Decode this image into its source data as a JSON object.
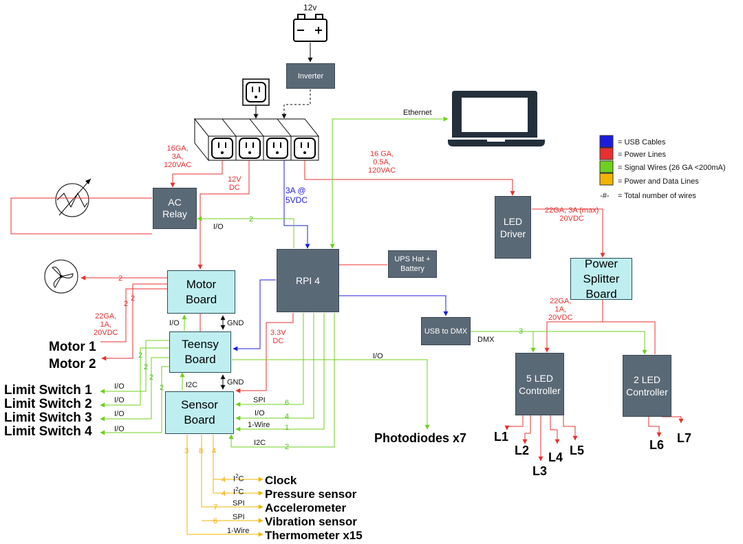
{
  "blocks": {
    "inverter": "Inverter",
    "ac_relay": "AC Relay",
    "rpi": "RPI 4",
    "ups": "UPS Hat + Battery",
    "usb_dmx": "USB to DMX",
    "led_driver": "LED Driver",
    "motor_board": "Motor Board",
    "teensy_board": "Teensy Board",
    "sensor_board": "Sensor Board",
    "power_splitter": "Power Splitter Board",
    "led5": "5 LED Controller",
    "led2": "2 LED Controller"
  },
  "battery_label": "12v",
  "labels": {
    "power_16ga_3a": "16GA,\n3A,\n120VAC",
    "dc12": "12V\nDC",
    "usb_3a": "3A @\n5VDC",
    "ethernet": "Ethernet",
    "power_16ga_05a": "16 GA,\n0.5A,\n120VAC",
    "driver_out": "22GA, 3A (max)\n20VDC",
    "splitter_out": "22GA,\n1A,\n20VDC",
    "motor_out": "22GA,\n1A,\n20VDC",
    "dc33": "3.3V\nDC",
    "io_relay": "I/O",
    "io_motor": "I/O",
    "io_photo": "I/O",
    "i2c_teensy": "I2C",
    "gnd1": "GND",
    "gnd2": "GND",
    "dmx": "DMX",
    "spi_rpi": "SPI",
    "io_rpi": "I/O",
    "onewire_rpi": "1-Wire",
    "i2c_rpi": "I2C",
    "ls_io1": "I/O",
    "ls_io2": "I/O",
    "ls_io3": "I/O",
    "ls_io4": "I/O",
    "s_i2c1": "I",
    "s_i2c2": "I",
    "s_spi1": "SPI",
    "s_spi2": "SPI",
    "s_onewire": "1-Wire",
    "sup2": "2",
    "c_label": "C"
  },
  "counts": {
    "fan": "2",
    "m1": "2",
    "m2": "2",
    "relay": "2",
    "dmx": "3",
    "ls1": "2",
    "ls2": "2",
    "ls3": "2",
    "ls4": "2",
    "spi": "6",
    "io": "4",
    "ow": "1",
    "i2c": "2",
    "clk": "4",
    "pres": "4",
    "acc": "7",
    "vib": "6",
    "o3": "3",
    "o8": "8",
    "o4": "4"
  },
  "outputs": {
    "motor1": "Motor 1",
    "motor2": "Motor 2",
    "ls1": "Limit Switch 1",
    "ls2": "Limit Switch 2",
    "ls3": "Limit Switch 3",
    "ls4": "Limit Switch 4",
    "photodiodes": "Photodiodes x7",
    "clock": "Clock",
    "pressure": "Pressure sensor",
    "accelerometer": "Accelerometer",
    "vibration": "Vibration sensor",
    "thermometer": "Thermometer x15",
    "l1": "L1",
    "l2": "L2",
    "l3": "L3",
    "l4": "L4",
    "l5": "L5",
    "l6": "L6",
    "l7": "L7"
  },
  "legend": {
    "usb": "= USB Cables",
    "power": "= Power Lines",
    "signal": "= Signal Wires (26 GA <200mA)",
    "powerdata": "= Power and Data Lines",
    "wires_symbol": "-#-",
    "wires": "= Total number of wires"
  },
  "colors": {
    "usb": "#1c1ce0",
    "power": "#e8302f",
    "signal": "#6fd11e",
    "powerdata": "#f2b400",
    "dark_box": "#5a6976",
    "light_box": "#bfeef0"
  },
  "icons": [
    "battery-icon",
    "outlet-icon",
    "power-strip-icon",
    "heater-icon",
    "fan-icon",
    "laptop-icon"
  ]
}
